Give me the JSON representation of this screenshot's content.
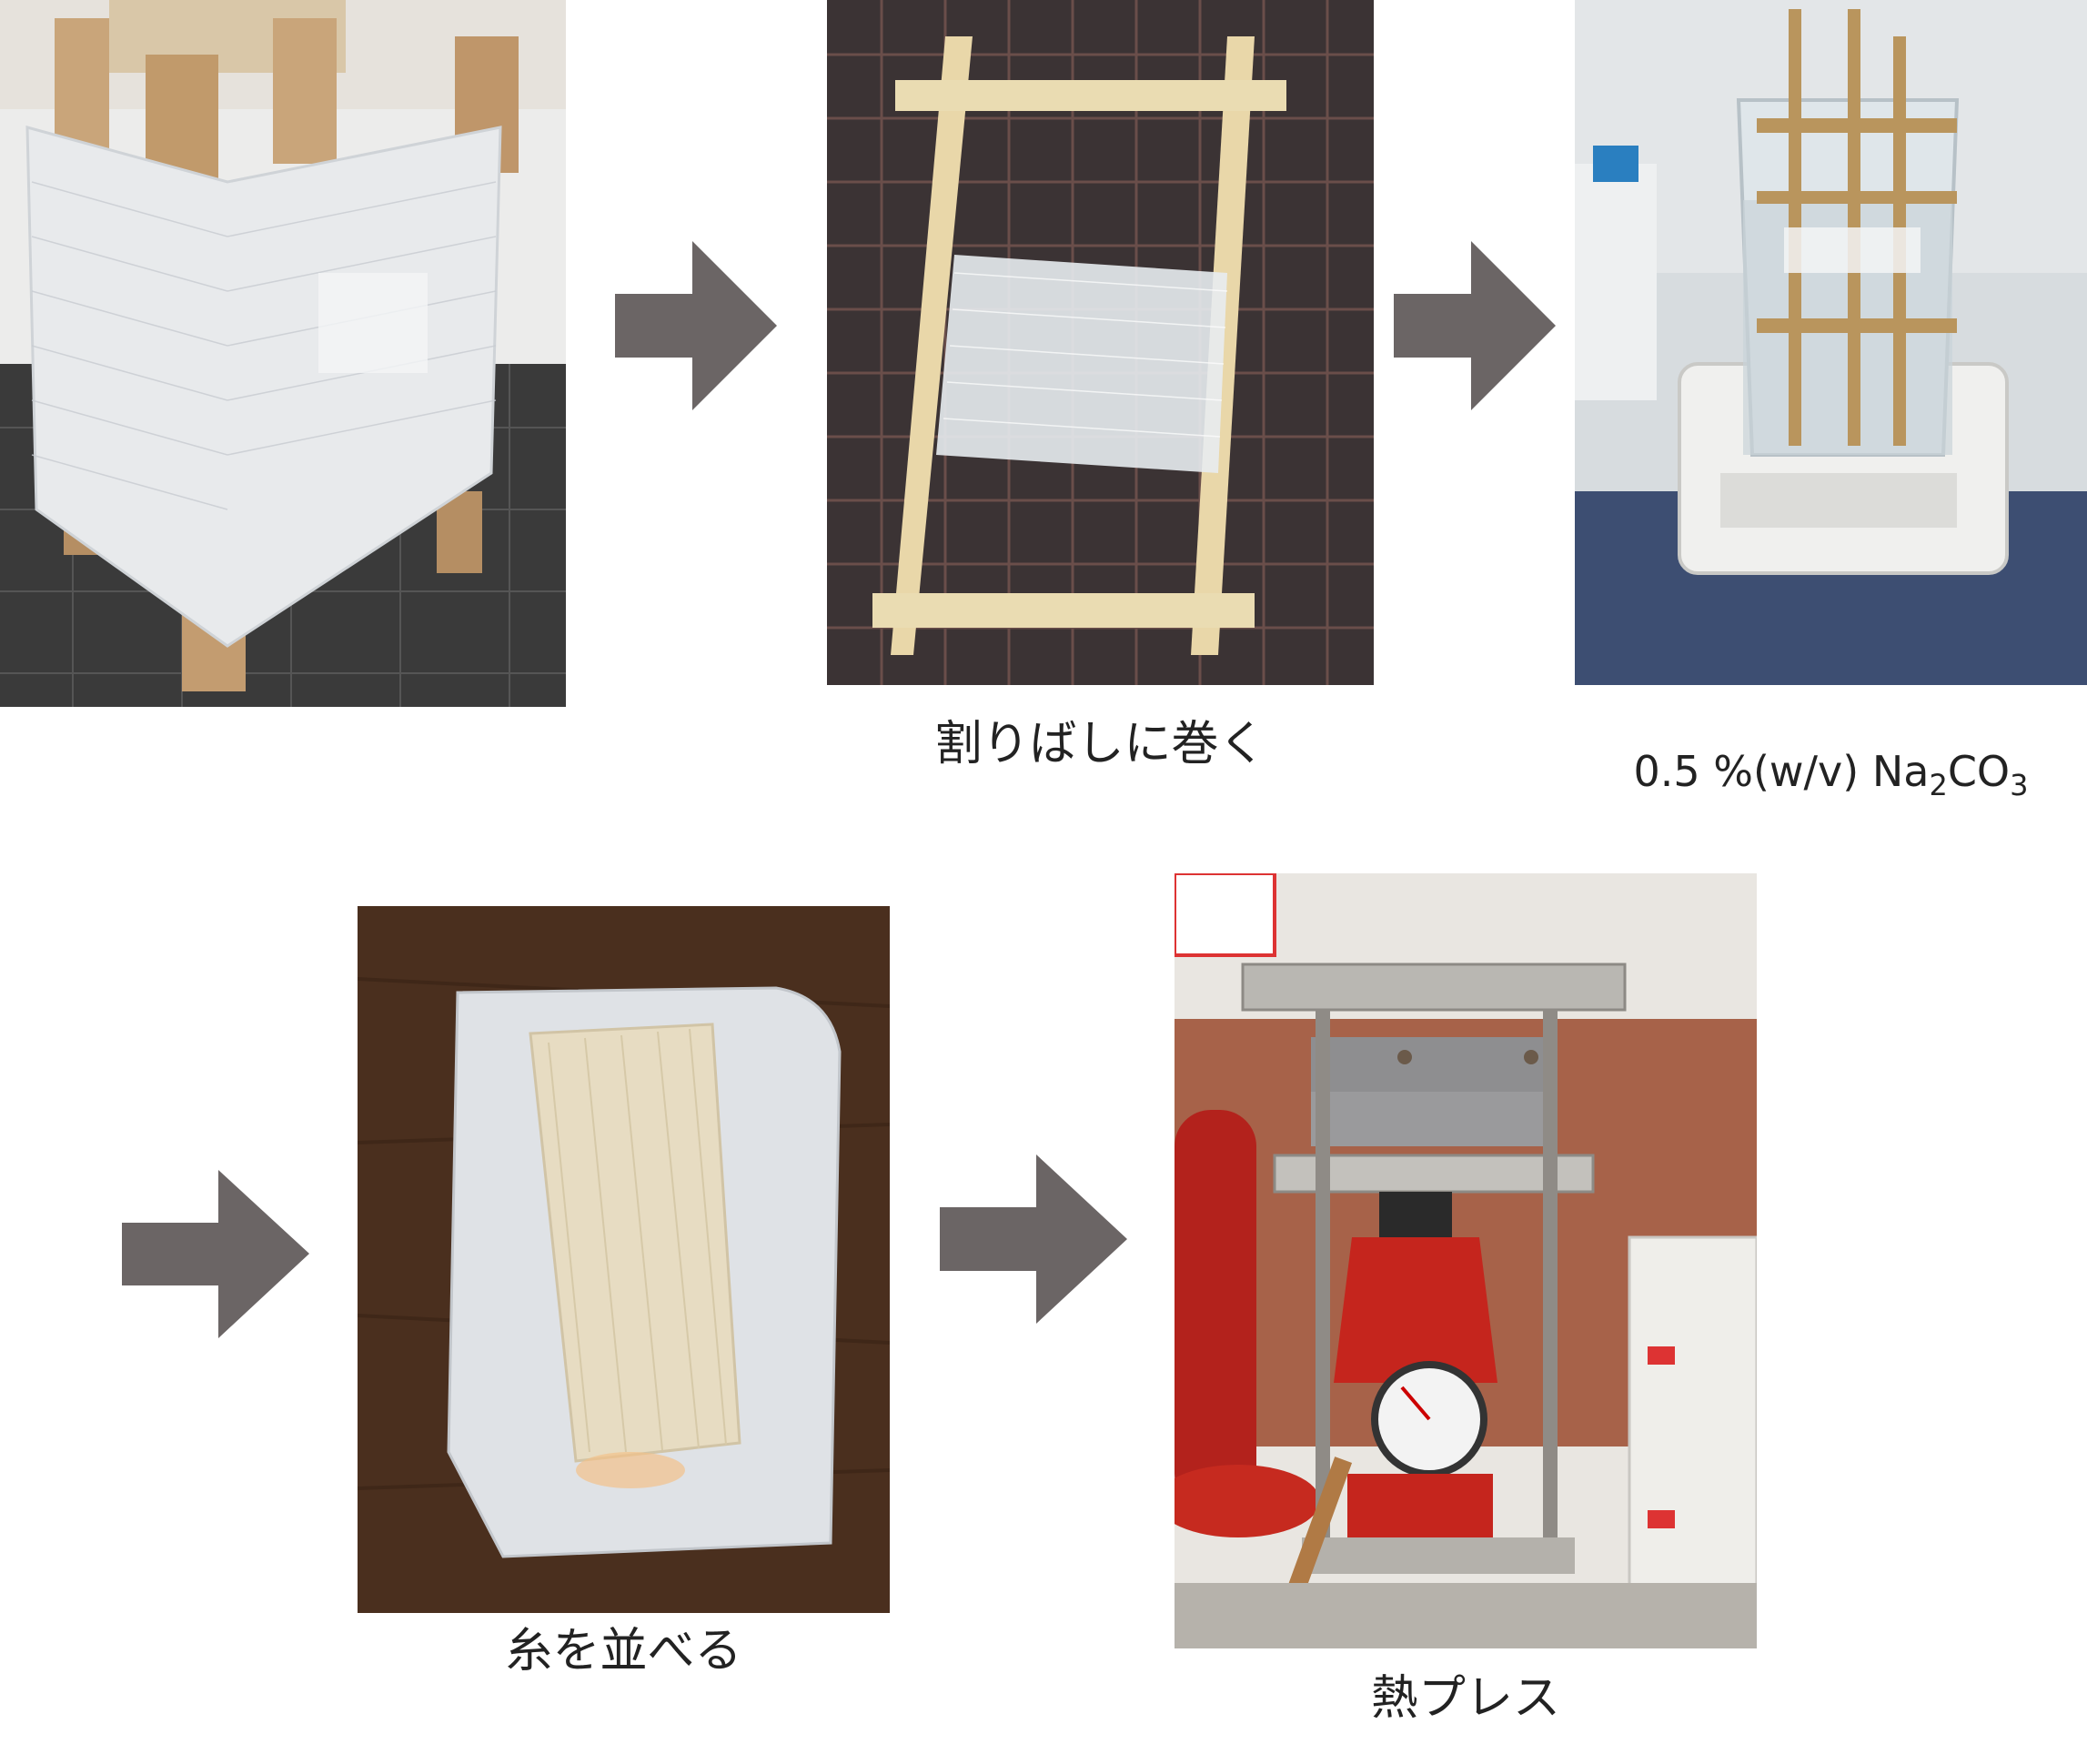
{
  "steps": [
    {
      "caption": ""
    },
    {
      "caption": "割りばしに巻く"
    },
    {
      "caption_main": "0.5 %(w/v) Na",
      "sub1": "2",
      "mid": "CO",
      "sub2": "3"
    },
    {
      "caption": "糸を並べる"
    },
    {
      "caption": "熱プレス"
    }
  ],
  "colors": {
    "arrow": "#6b6565",
    "caption": "#222222"
  }
}
